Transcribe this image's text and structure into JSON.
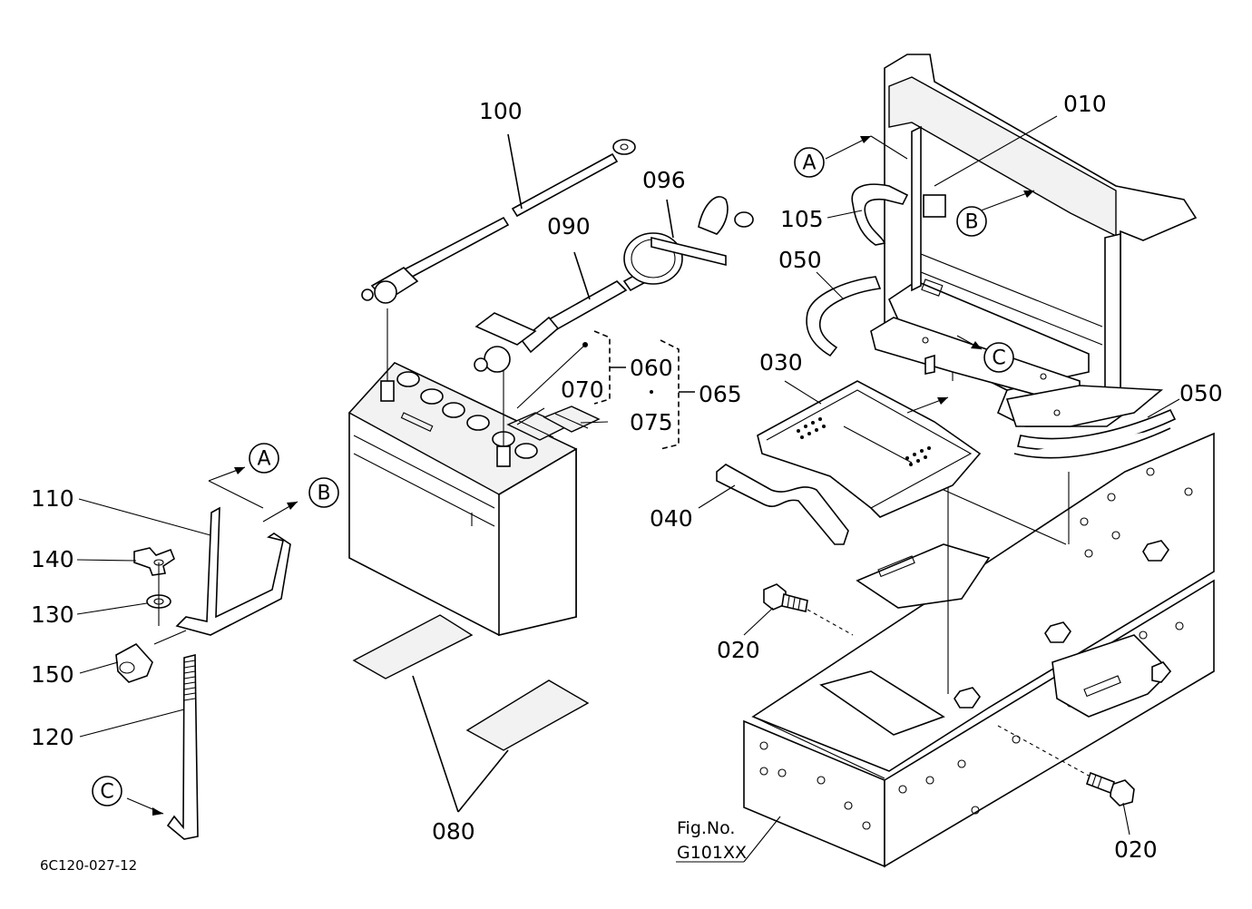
{
  "parts": [
    {
      "id": "p100",
      "text": "100"
    },
    {
      "id": "p096",
      "text": "096"
    },
    {
      "id": "p090",
      "text": "090"
    },
    {
      "id": "p010",
      "text": "010"
    },
    {
      "id": "p105",
      "text": "105"
    },
    {
      "id": "p050a",
      "text": "050"
    },
    {
      "id": "p030",
      "text": "030"
    },
    {
      "id": "p060",
      "text": "060"
    },
    {
      "id": "p070",
      "text": "070"
    },
    {
      "id": "p065",
      "text": "065"
    },
    {
      "id": "p075",
      "text": "075"
    },
    {
      "id": "p050b",
      "text": "050"
    },
    {
      "id": "p040",
      "text": "040"
    },
    {
      "id": "p110",
      "text": "110"
    },
    {
      "id": "p140",
      "text": "140"
    },
    {
      "id": "p130",
      "text": "130"
    },
    {
      "id": "p150",
      "text": "150"
    },
    {
      "id": "p120",
      "text": "120"
    },
    {
      "id": "p020a",
      "text": "020"
    },
    {
      "id": "p020b",
      "text": "020"
    },
    {
      "id": "p080",
      "text": "080"
    }
  ],
  "refs": [
    {
      "id": "refA1",
      "text": "A"
    },
    {
      "id": "refB1",
      "text": "B"
    },
    {
      "id": "refC1",
      "text": "C"
    },
    {
      "id": "refA2",
      "text": "A"
    },
    {
      "id": "refB2",
      "text": "B"
    },
    {
      "id": "refC2",
      "text": "C"
    }
  ],
  "figure": {
    "line1": "Fig.No.",
    "line2": "G101XX"
  },
  "drawing_code": "6C120-027-12"
}
